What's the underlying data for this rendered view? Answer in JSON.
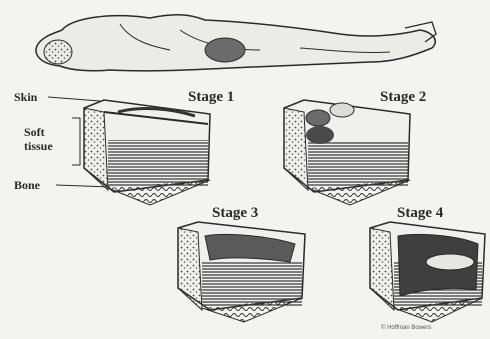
{
  "diagram": {
    "stages": [
      {
        "label": "Stage 1"
      },
      {
        "label": "Stage 2"
      },
      {
        "label": "Stage 3"
      },
      {
        "label": "Stage 4"
      }
    ],
    "anatomy_labels": {
      "skin": "Skin",
      "soft_tissue": "Soft tissue",
      "bone": "Bone"
    },
    "credit": "© Hoffman Bowers",
    "colors": {
      "ink": "#2a2a2a",
      "background": "#f3f3f1",
      "wound": "#6b6b6b"
    }
  }
}
